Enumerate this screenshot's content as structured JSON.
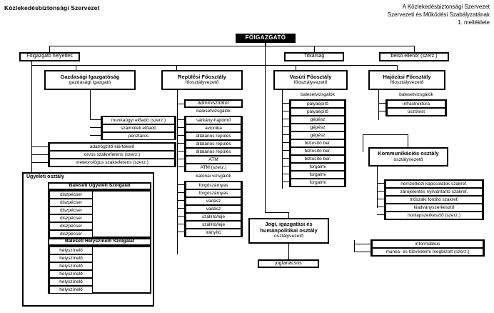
{
  "header": {
    "org_name": "Közlekedésbiztonsági Szervezet",
    "doc_line1": "A Közlekedésbiztonsági Szervezet",
    "doc_line2": "Szervezeti és Működési Szabályzatának",
    "doc_line3": "1. melléklete"
  },
  "root": {
    "label": "FŐIGAZGATÓ"
  },
  "top_level": {
    "deputy": "Főigazgató helyettes",
    "secretariat": "Titkárság",
    "internal_auditor": "belső ellenőr (szerz.)"
  },
  "economic": {
    "title": "Gazdasági Igazgatóság",
    "subtitle": "gazdasági igazgató",
    "staff": [
      "munkaügyi előadó (szerz.)",
      "számviteli előadó",
      "pénztáros"
    ]
  },
  "deputy_direct": [
    "adatrögzítő-kiértékelő",
    "orvos szakreferens (szerz.)",
    "meteorológus szakreferens (szerz.)"
  ],
  "duty_dept": {
    "title": "Ügyeleti osztály",
    "service1": {
      "title": "Baleseti Ügyeleti Szolgálat",
      "roles": [
        "diszpécser",
        "diszpécser",
        "diszpécser",
        "diszpécser",
        "diszpécser",
        "diszpécser"
      ]
    },
    "service2": {
      "title": "Baleseti Helyszínelő Szolgálat",
      "roles": [
        "helyszínelő",
        "helyszínelő",
        "helyszínelő",
        "helyszínelő",
        "helyszínelő",
        "helyszínelő"
      ]
    }
  },
  "aviation": {
    "title": "Repülési Főosztály",
    "subtitle": "főosztályvezető",
    "admin": "adminisztrátor",
    "caption1": "balesetvizsgálók",
    "group1": [
      "sárkány-hajtómű",
      "avionika",
      "általános repülés",
      "általános repülés",
      "általános repülés",
      "ATM",
      "ATM (szerz.)"
    ],
    "caption2": "katonai vizsgálók",
    "group2": [
      "forgószárnyas",
      "forgószárnyas",
      "vadász",
      "vadász",
      "szállító/leje",
      "szállító/leje",
      "irányító"
    ]
  },
  "railway": {
    "title": "Vasúti Főosztály",
    "subtitle": "főosztályvezető",
    "caption": "balesetvizsgálók",
    "group": [
      "pályaépítő",
      "pályaépítő",
      "gépész",
      "gépész",
      "gépész",
      "biztosító ber.",
      "biztosító ber.",
      "biztosító ber.",
      "forgalmi",
      "forgalmi",
      "forgalmi"
    ]
  },
  "maritime": {
    "title": "Hajózási Főosztály",
    "subtitle": "főosztályvezető",
    "caption": "balesetvizsgálók",
    "group": [
      "infrastruktúra",
      "úszótest"
    ]
  },
  "communication": {
    "title": "Kommunikációs osztály",
    "subtitle": "osztályvezető",
    "group": [
      "nemzetközi kapcsolatok szakref.",
      "zárójelentés nyilvántartó szakref.",
      "műszaki fordító szakref.",
      "kiadványszerkesztő",
      "honlapszerkesztő (szerz.)"
    ]
  },
  "legal": {
    "title_line1": "Jogi, igazgatási és",
    "title_line2": "humánpolitikai osztály",
    "subtitle": "osztályvezető",
    "staff": [
      "jogtanácsos"
    ]
  },
  "director_direct": [
    "informatikus",
    "munka- és tűzvédelmi megbízott (szerz.)"
  ]
}
